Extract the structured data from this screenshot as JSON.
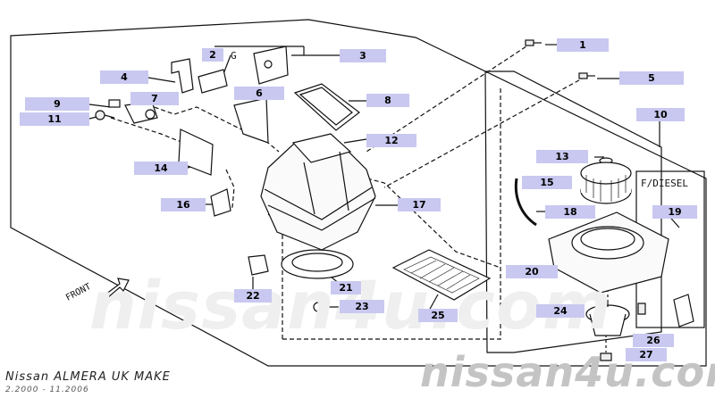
{
  "title": "Nissan ALMERA UK MAKE",
  "date_range": "2.2000 - 11.2006",
  "watermark": "nissan4u.com",
  "front_label": "FRONT",
  "variant_label": "F/DIESEL",
  "g_mark": "G",
  "callouts": [
    "1",
    "2",
    "3",
    "4",
    "5",
    "6",
    "7",
    "8",
    "9",
    "10",
    "11",
    "12",
    "13",
    "14",
    "15",
    "16",
    "17",
    "18",
    "19",
    "20",
    "21",
    "22",
    "23",
    "24",
    "25",
    "26",
    "27"
  ]
}
